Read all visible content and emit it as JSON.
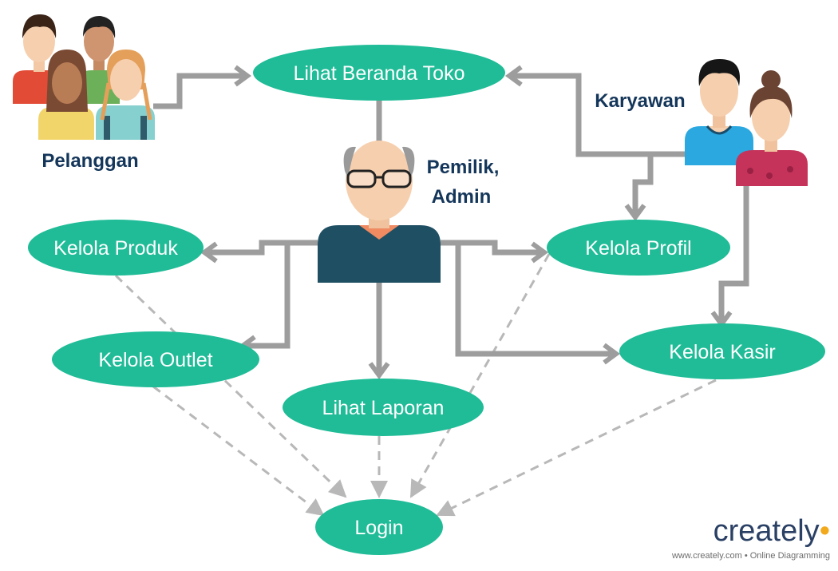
{
  "diagram": {
    "nodes": {
      "beranda": "Lihat Beranda Toko",
      "produk": "Kelola Produk",
      "profil": "Kelola Profil",
      "outlet": "Kelola Outlet",
      "kasir": "Kelola Kasir",
      "laporan": "Lihat Laporan",
      "login": "Login"
    },
    "actors": {
      "pelanggan": "Pelanggan",
      "karyawan": "Karyawan",
      "pemilik_line1": "Pemilik,",
      "pemilik_line2": "Admin"
    },
    "colors": {
      "node_fill": "#1fbc97",
      "solid_arrow": "#9d9d9d",
      "dashed_arrow": "#b8b8b8",
      "label": "#14365a"
    }
  },
  "branding": {
    "word": "creately",
    "tagline": "www.creately.com • Online Diagramming"
  }
}
